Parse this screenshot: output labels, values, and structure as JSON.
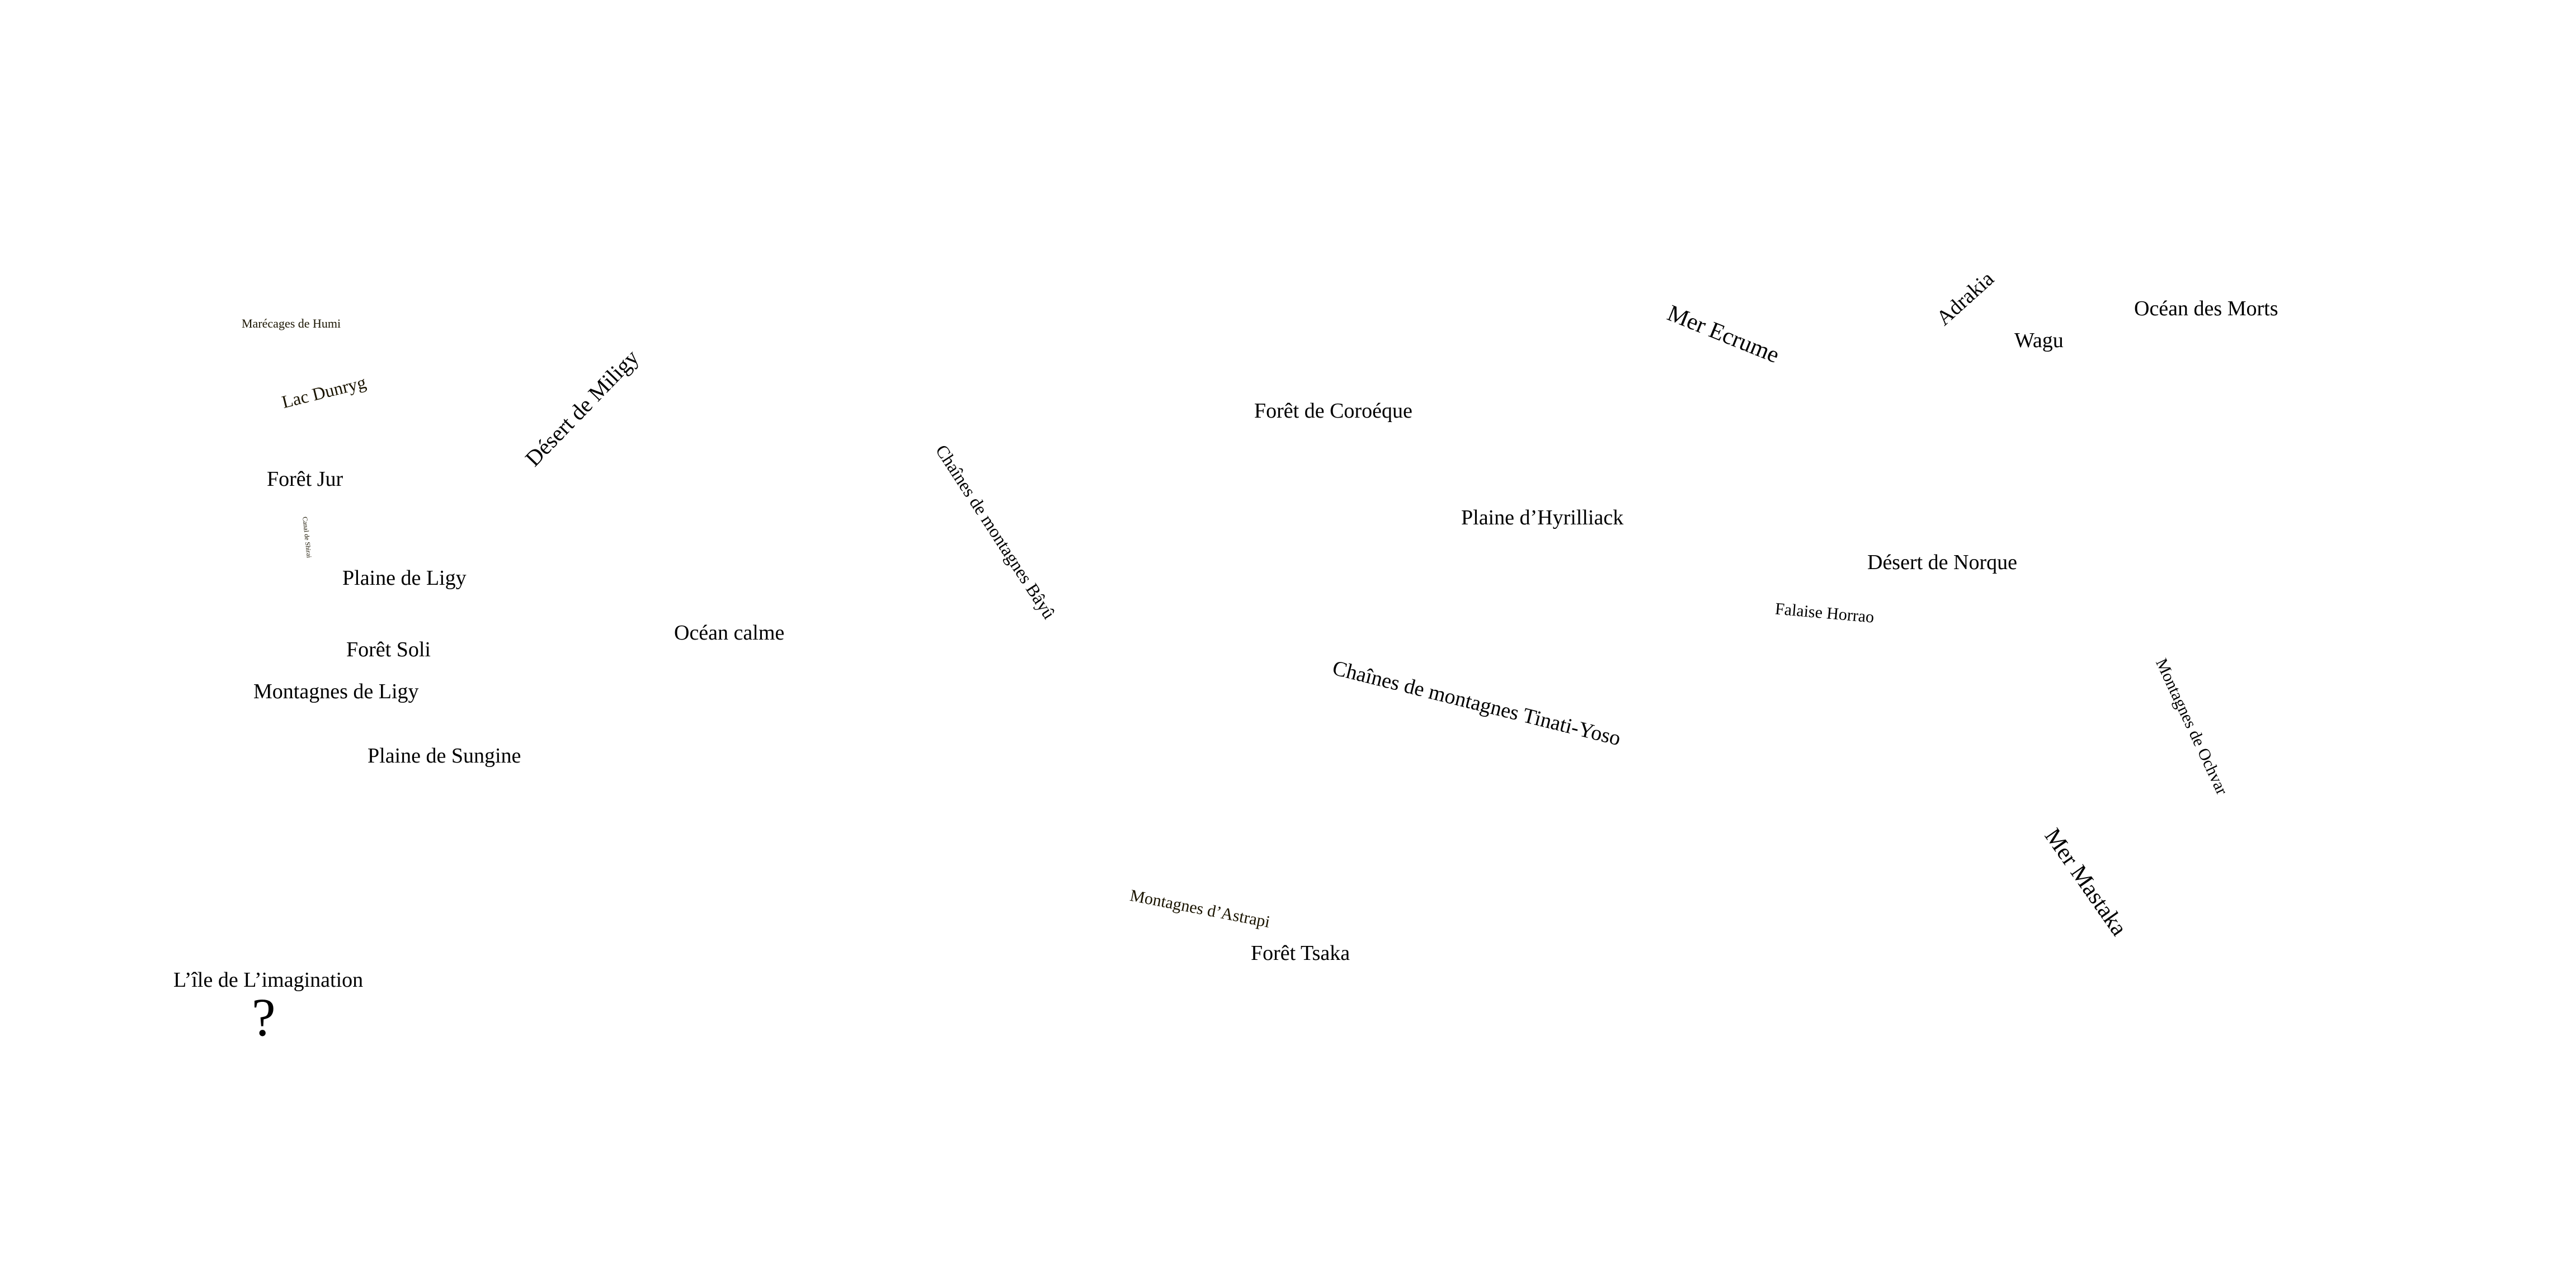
{
  "map": {
    "labels": {
      "humi": "Marécages de Humi",
      "dunryg": "Lac Dunryg",
      "miligy": "Désert de Miligy",
      "jur": "Forêt Jur",
      "canal": "Canal de Shirai",
      "plaine_ligy": "Plaine de Ligy",
      "soli": "Forêt Soli",
      "montagnes_ligy": "Montagnes de Ligy",
      "sungine": "Plaine de Sungine",
      "ocean_calme": "Océan calme",
      "bayu": "Chaînes de montagnes Bâyû",
      "coroeque": "Forêt de Coroéque",
      "hyrilliack": "Plaine d’Hyrilliack",
      "tinati": "Chaînes de montagnes Tinati-Yoso",
      "astrapi": "Montagnes d’Astrapi",
      "tsaka": "Forêt Tsaka",
      "ecrume": "Mer Ecrume",
      "adrakia": "Adrakia",
      "wagu": "Wagu",
      "ocean_morts": "Océan des Morts",
      "norque": "Désert de Norque",
      "horrao": "Falaise Horrao",
      "ochvar": "Montagnes de Ochvar",
      "mastaka": "Mer Mastaka",
      "ile": "L’île de L’imagination",
      "question": "?"
    },
    "colors": {
      "background": "#ffffff",
      "text": "#000000",
      "text_olive": "#1a1400"
    }
  }
}
